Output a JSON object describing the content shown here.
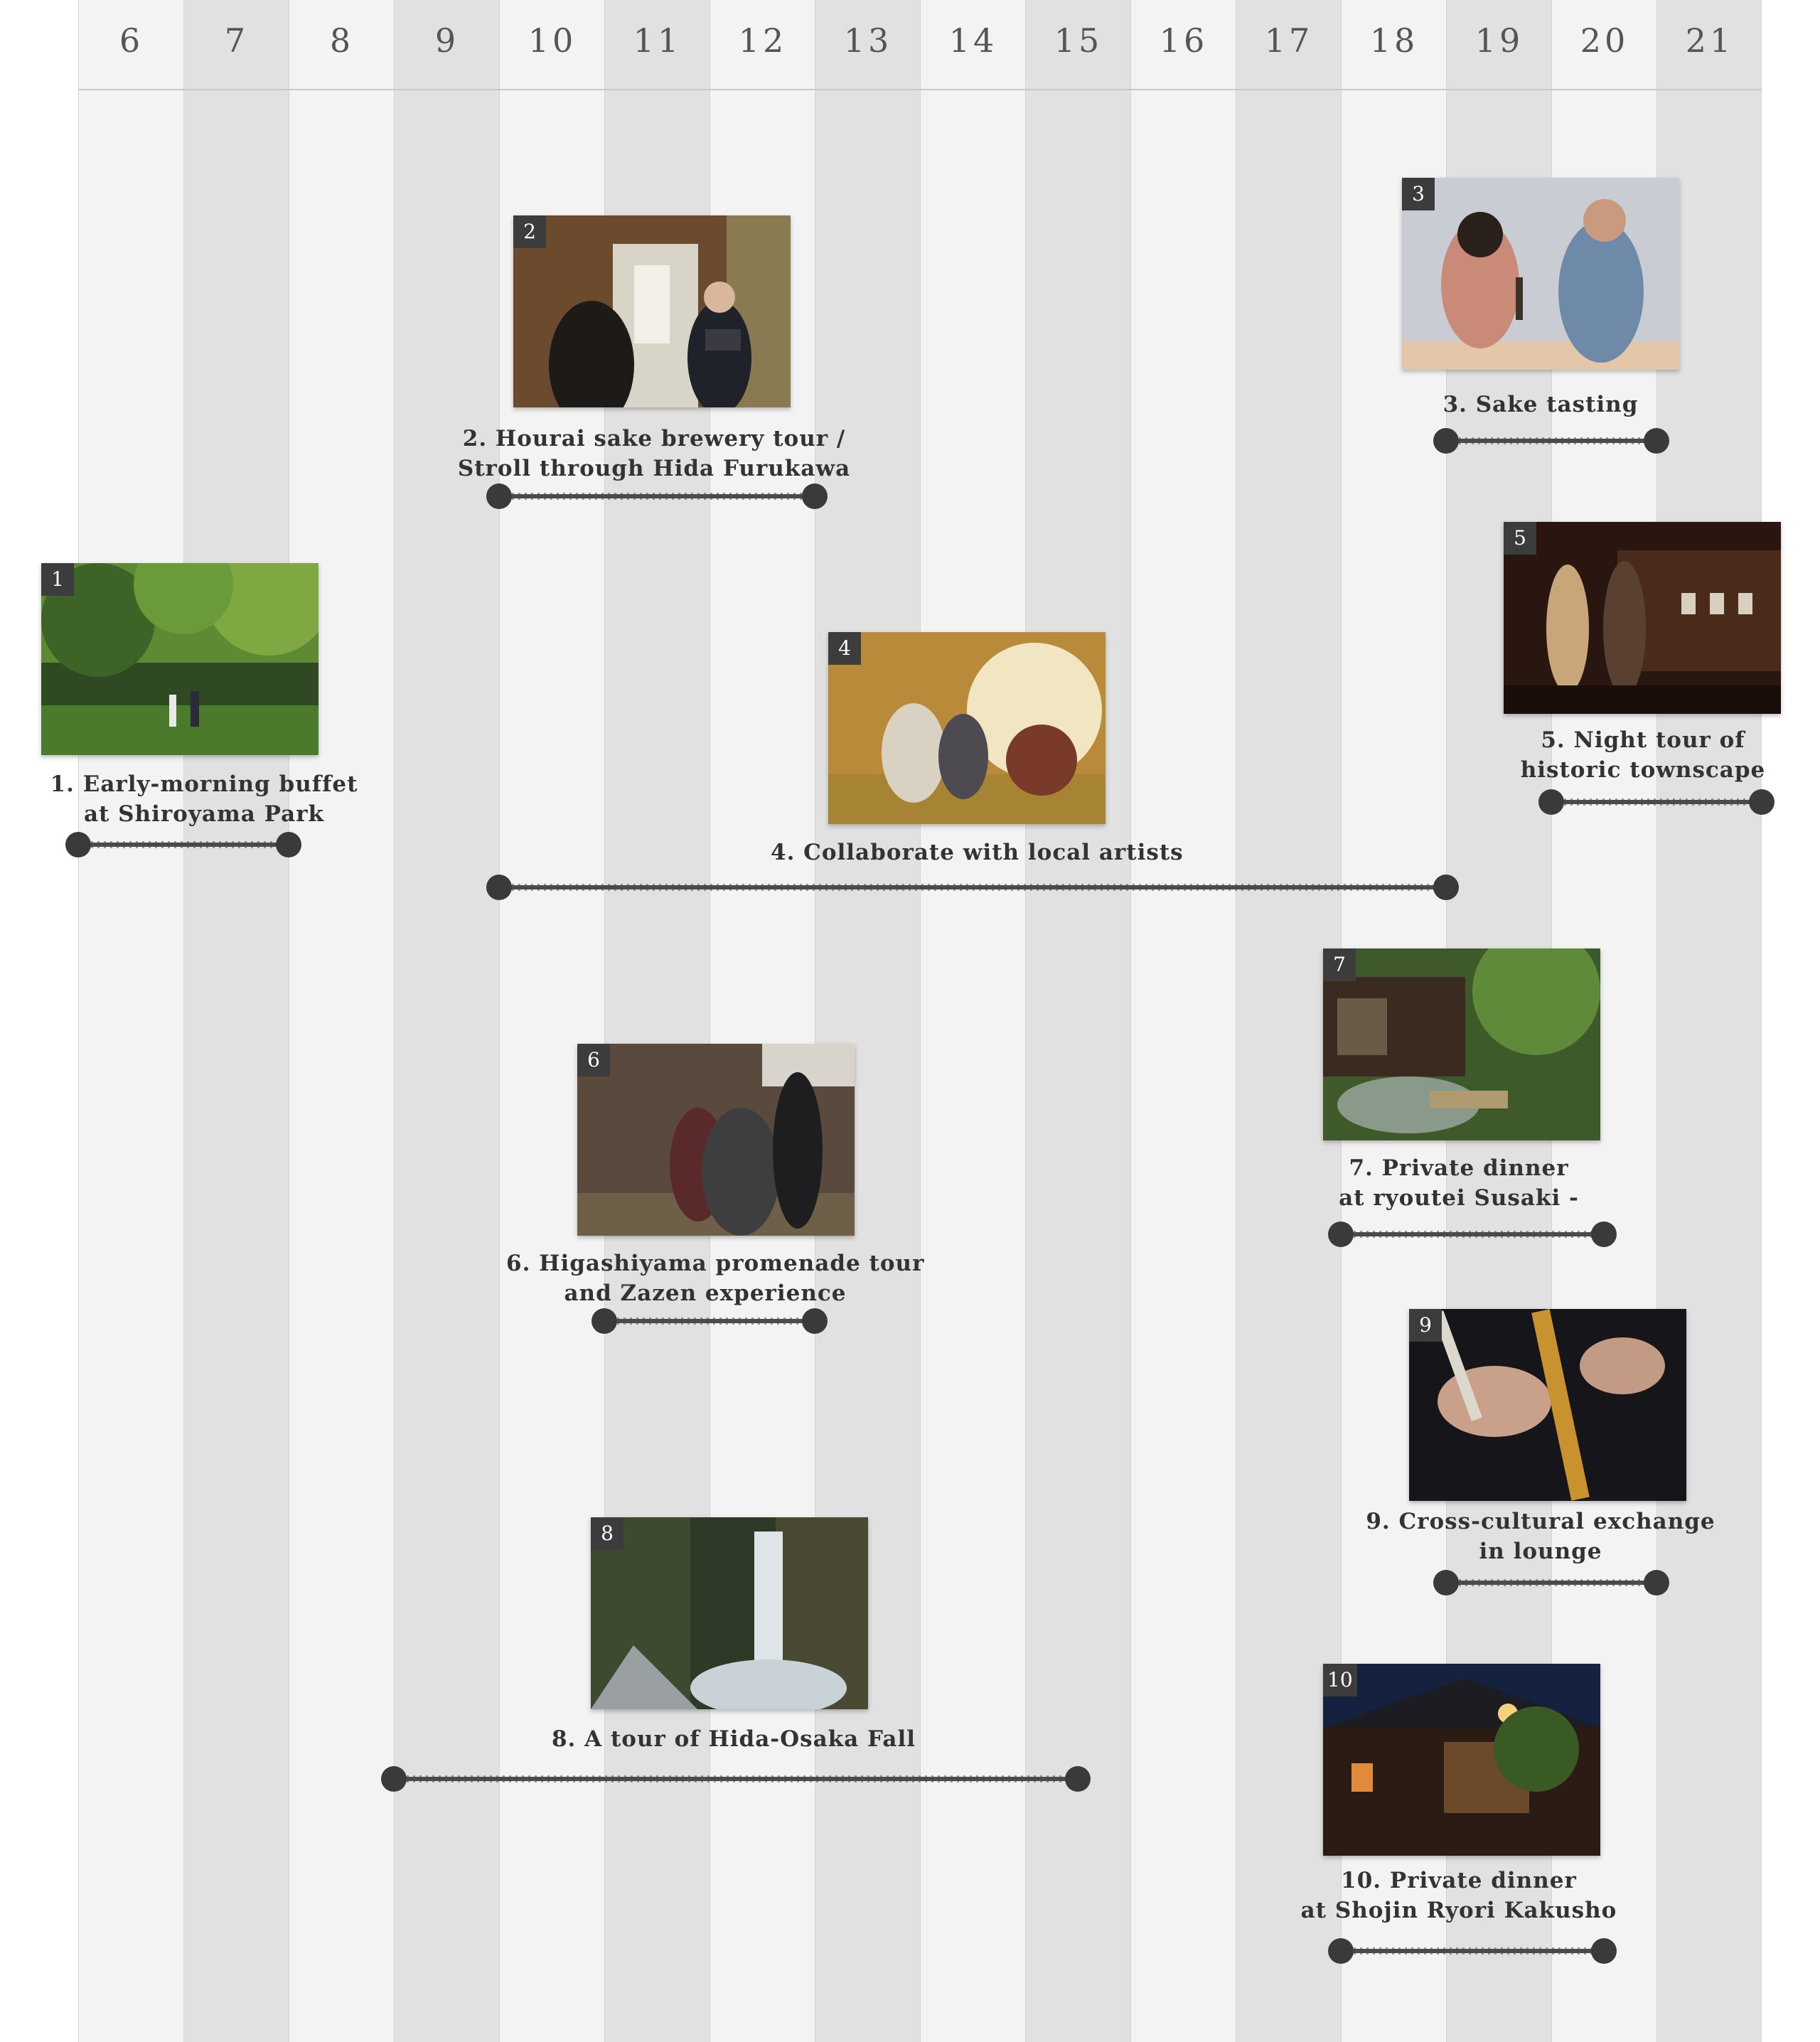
{
  "hours": [
    "6",
    "7",
    "8",
    "9",
    "10",
    "11",
    "12",
    "13",
    "14",
    "15",
    "16",
    "17",
    "18",
    "19",
    "20",
    "21"
  ],
  "activities": [
    {
      "number": "1",
      "line1": "1. Early-morning buffet",
      "line2": "at Shiroyama Park",
      "start": 6,
      "end": 8,
      "photo": "forest-path-photo"
    },
    {
      "number": "2",
      "line1": "2. Hourai sake brewery tour /",
      "line2": "Stroll through Hida Furukawa",
      "start": 10,
      "end": 13,
      "photo": "brewery-guide-photo"
    },
    {
      "number": "3",
      "line1": "3. Sake tasting",
      "line2": "",
      "start": 19,
      "end": 21,
      "photo": "sake-tasting-photo"
    },
    {
      "number": "4",
      "line1": "4. Collaborate with local artists",
      "line2": "",
      "start": 10,
      "end": 19,
      "photo": "tatami-room-photo"
    },
    {
      "number": "5",
      "line1": "5. Night tour of",
      "line2": "historic townscape",
      "start": 20,
      "end": 22,
      "photo": "night-street-photo"
    },
    {
      "number": "6",
      "line1": "6. Higashiyama promenade tour",
      "line2": "and Zazen experience",
      "start": 11,
      "end": 13,
      "photo": "zazen-photo"
    },
    {
      "number": "7",
      "line1": "7. Private dinner",
      "line2": "at ryoutei Susaki -",
      "start": 18,
      "end": 20.5,
      "photo": "garden-house-photo"
    },
    {
      "number": "8",
      "line1": "8. A tour of Hida-Osaka Fall",
      "line2": "",
      "start": 9,
      "end": 15.5,
      "photo": "waterfall-photo"
    },
    {
      "number": "9",
      "line1": "9. Cross-cultural exchange",
      "line2": "in lounge",
      "start": 19,
      "end": 21,
      "photo": "shakuhachi-photo"
    },
    {
      "number": "10",
      "line1": "10. Private dinner",
      "line2": "at Shojin Ryori Kakusho",
      "start": 18,
      "end": 20.5,
      "photo": "night-house-photo"
    }
  ]
}
